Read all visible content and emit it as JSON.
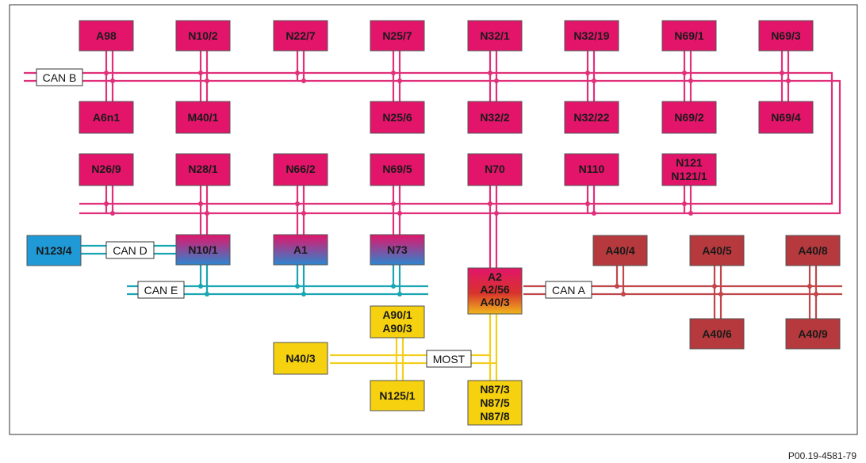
{
  "colors": {
    "can_b": "#e0307a",
    "can_e": "#1aa5b3",
    "can_a": "#b0353a",
    "most": "#f2cf20",
    "node_pink": "#e2156a",
    "node_blue": "#1f9ad6",
    "node_red": "#b5393d",
    "node_yellow": "#f5d10f",
    "border": "#555555"
  },
  "buses": {
    "can_b": "CAN B",
    "can_d": "CAN D",
    "can_e": "CAN E",
    "can_a": "CAN A",
    "most": "MOST"
  },
  "nodes": {
    "a98": "A98",
    "n10_2": "N10/2",
    "n22_7": "N22/7",
    "n25_7": "N25/7",
    "n32_1": "N32/1",
    "n32_19": "N32/19",
    "n69_1": "N69/1",
    "n69_3": "N69/3",
    "a6n1": "A6n1",
    "m40_1": "M40/1",
    "n25_6": "N25/6",
    "n32_2": "N32/2",
    "n32_22": "N32/22",
    "n69_2": "N69/2",
    "n69_4": "N69/4",
    "n26_9": "N26/9",
    "n28_1": "N28/1",
    "n66_2": "N66/2",
    "n69_5": "N69/5",
    "n70": "N70",
    "n110": "N110",
    "n121": [
      "N121",
      "N121/1"
    ],
    "n123_4": "N123/4",
    "n10_1": "N10/1",
    "a1": "A1",
    "n73": "N73",
    "a2": [
      "A2",
      "A2/56",
      "A40/3"
    ],
    "a40_4": "A40/4",
    "a40_5": "A40/5",
    "a40_8": "A40/8",
    "a40_6": "A40/6",
    "a40_9": "A40/9",
    "a90": [
      "A90/1",
      "A90/3"
    ],
    "n40_3": "N40/3",
    "n125_1": "N125/1",
    "n87": [
      "N87/3",
      "N87/5",
      "N87/8"
    ]
  },
  "footer": "P00.19-4581-79"
}
